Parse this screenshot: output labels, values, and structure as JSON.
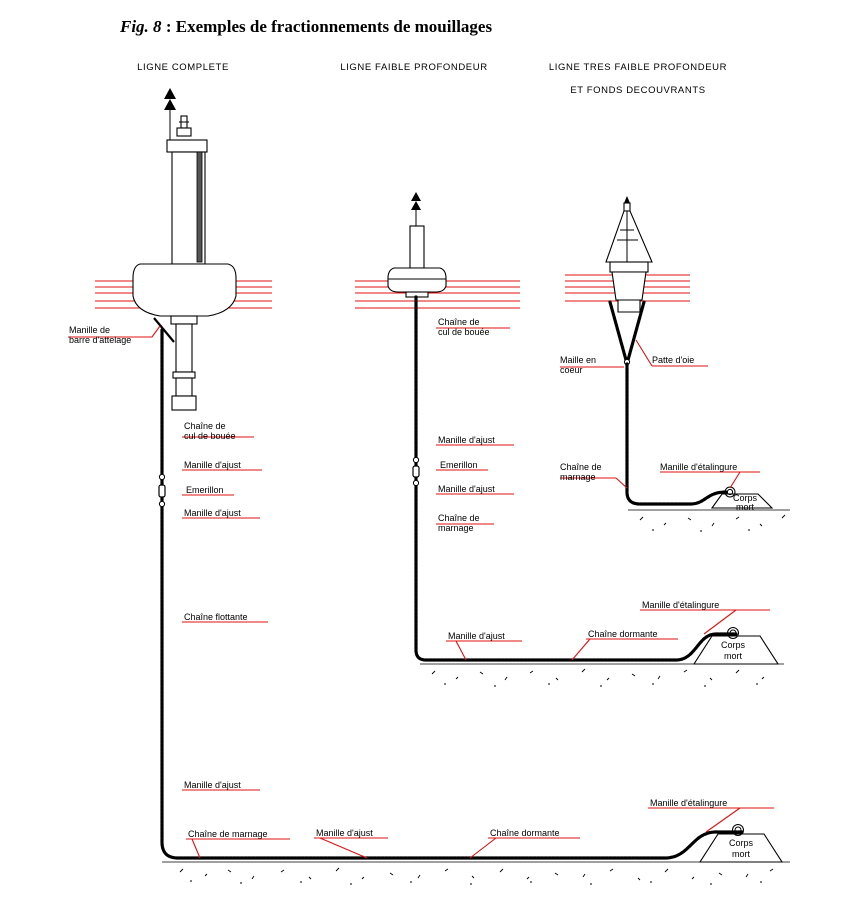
{
  "title": {
    "prefix": "Fig. 8",
    "rest": " : Exemples de fractionnements de mouillages"
  },
  "columns": {
    "complete": {
      "heading": "LIGNE COMPLETE"
    },
    "shallow": {
      "heading": "LIGNE FAIBLE PROFONDEUR"
    },
    "very_shallow": {
      "heading_line1": "LIGNE TRES FAIBLE PROFONDEUR",
      "heading_line2": "ET FONDS DECOUVRANTS"
    }
  },
  "labels": {
    "complete": {
      "manille_barre_1": "Manille de",
      "manille_barre_2": "barre d'attelage",
      "chaine_cul_1": "Chaîne de",
      "chaine_cul_2": "cul de bouée",
      "manille_ajust_top": "Manille d'ajust",
      "emerillon": "Emerillon",
      "manille_ajust_bottom": "Manille d'ajust",
      "chaine_flottante": "Chaîne flottante",
      "manille_ajust_low": "Manille d'ajust",
      "chaine_marnage": "Chaîne de marnage",
      "manille_ajust_seabed": "Manille d'ajust",
      "chaine_dormante": "Chaîne dormante",
      "manille_etalingure": "Manille d'étalingure",
      "corps_1": "Corps",
      "corps_2": "mort"
    },
    "shallow": {
      "chaine_cul_1": "Chaîne de",
      "chaine_cul_2": "cul de bouée",
      "manille_ajust_top": "Manille d'ajust",
      "emerillon": "Emerillon",
      "manille_ajust_bottom": "Manille d'ajust",
      "chaine_marnage_1": "Chaîne de",
      "chaine_marnage_2": "marnage",
      "manille_ajust_seabed": "Manille d'ajust",
      "chaine_dormante": "Chaîne dormante",
      "manille_etalingure": "Manille d'étalingure",
      "corps_1": "Corps",
      "corps_2": "mort"
    },
    "very_shallow": {
      "maille_1": "Maille en",
      "maille_2": "coeur",
      "patte_oie": "Patte d'oie",
      "chaine_marnage_1": "Chaîne de",
      "chaine_marnage_2": "marnage",
      "manille_etalingure": "Manille d'étalingure",
      "corps_1": "Corps",
      "corps_2": "mort"
    }
  },
  "colors": {
    "water_lines": "#e01010",
    "leader_lines": "#e01010",
    "ink": "#000000"
  }
}
